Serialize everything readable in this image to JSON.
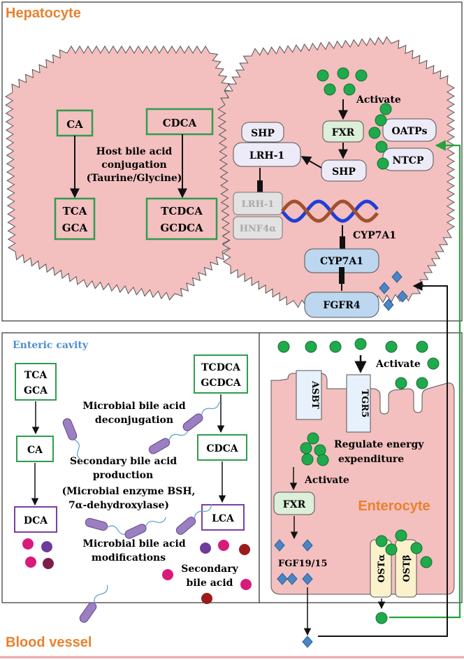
{
  "sections": {
    "hepatocyte": "Hepatocyte",
    "enteric_cavity": "Enteric cavity",
    "enterocyte": "Enterocyte",
    "blood_vessel": "Blood vessel"
  },
  "hepatocyte": {
    "ca": "CA",
    "cdca": "CDCA",
    "tca": "TCA",
    "gca": "GCA",
    "tcdca": "TCDCA",
    "gcdca": "GCDCA",
    "conjugation_line1": "Host bile acid",
    "conjugation_line2": "conjugation",
    "conjugation_line3": "(Taurine/Glycine)",
    "activate": "Activate",
    "fxr": "FXR",
    "oatps": "OATPs",
    "ntcp": "NTCP",
    "shp_top": "SHP",
    "lrh1": "LRH-1",
    "shp_mid": "SHP",
    "lrh1_faded": "LRH-1",
    "hnf4a": "HNF4α",
    "cyp7a1_gene": "CYP7A1",
    "cyp7a1": "CYP7A1",
    "fgfr4": "FGFR4"
  },
  "enteric": {
    "tca": "TCA",
    "gca": "GCA",
    "tcdca": "TCDCA",
    "gcdca": "GCDCA",
    "ca": "CA",
    "cdca": "CDCA",
    "dca": "DCA",
    "lca": "LCA",
    "deconj_line1": "Microbial bile acid",
    "deconj_line2": "deconjugation",
    "secondary_line1": "Secondary bile  acid",
    "secondary_line2": "production",
    "secondary_line3": "(Microbial enzyme BSH,",
    "secondary_line4": "7α-dehydroxylase)",
    "modif_line1": "Microbial bile acid",
    "modif_line2": "modifications",
    "sec_bile_line1": "Secondary",
    "sec_bile_line2": "bile acid"
  },
  "enterocyte": {
    "activate_top": "Activate",
    "asbt": "ASBT",
    "tgr5": "TGR5",
    "regulate_line1": "Regulate energy",
    "regulate_line2": "expenditure",
    "activate_mid": "Activate",
    "fxr": "FXR",
    "fgf": "FGF19/15",
    "osta": "OSTα",
    "ostb": "OSTβ"
  },
  "colors": {
    "section_title": "#e8812e",
    "enteric_title": "#4f8fd0",
    "cell_fill": "#f3bfbf",
    "green_box": "#2e9d4e",
    "purple_box": "#7b3fa0",
    "bile_acid_dot": "#1faa4c",
    "fgf_diamond": "#4a86c5",
    "transporter_fill": "#fbf2cc",
    "fxr_fill": "#dcefd8",
    "receptor_fill": "#ecebf7",
    "cyp_fill": "#bcd7ef",
    "green_line": "#24a33a"
  }
}
